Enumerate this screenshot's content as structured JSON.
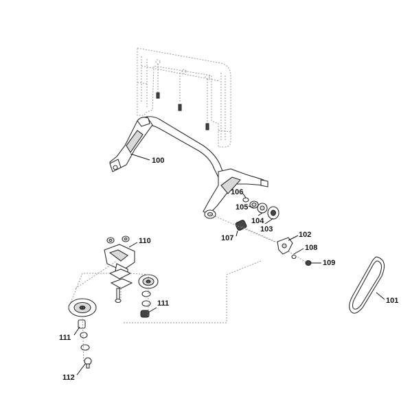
{
  "diagram": {
    "callouts": [
      {
        "key": "c100",
        "text": "100"
      },
      {
        "key": "c101",
        "text": "101"
      },
      {
        "key": "c102",
        "text": "102"
      },
      {
        "key": "c103",
        "text": "103"
      },
      {
        "key": "c104",
        "text": "104"
      },
      {
        "key": "c105",
        "text": "105"
      },
      {
        "key": "c106",
        "text": "106"
      },
      {
        "key": "c107",
        "text": "107"
      },
      {
        "key": "c108",
        "text": "108"
      },
      {
        "key": "c109",
        "text": "109"
      },
      {
        "key": "c110",
        "text": "110"
      },
      {
        "key": "c111a",
        "text": "111"
      },
      {
        "key": "c111b",
        "text": "111"
      },
      {
        "key": "c112",
        "text": "112"
      }
    ]
  }
}
